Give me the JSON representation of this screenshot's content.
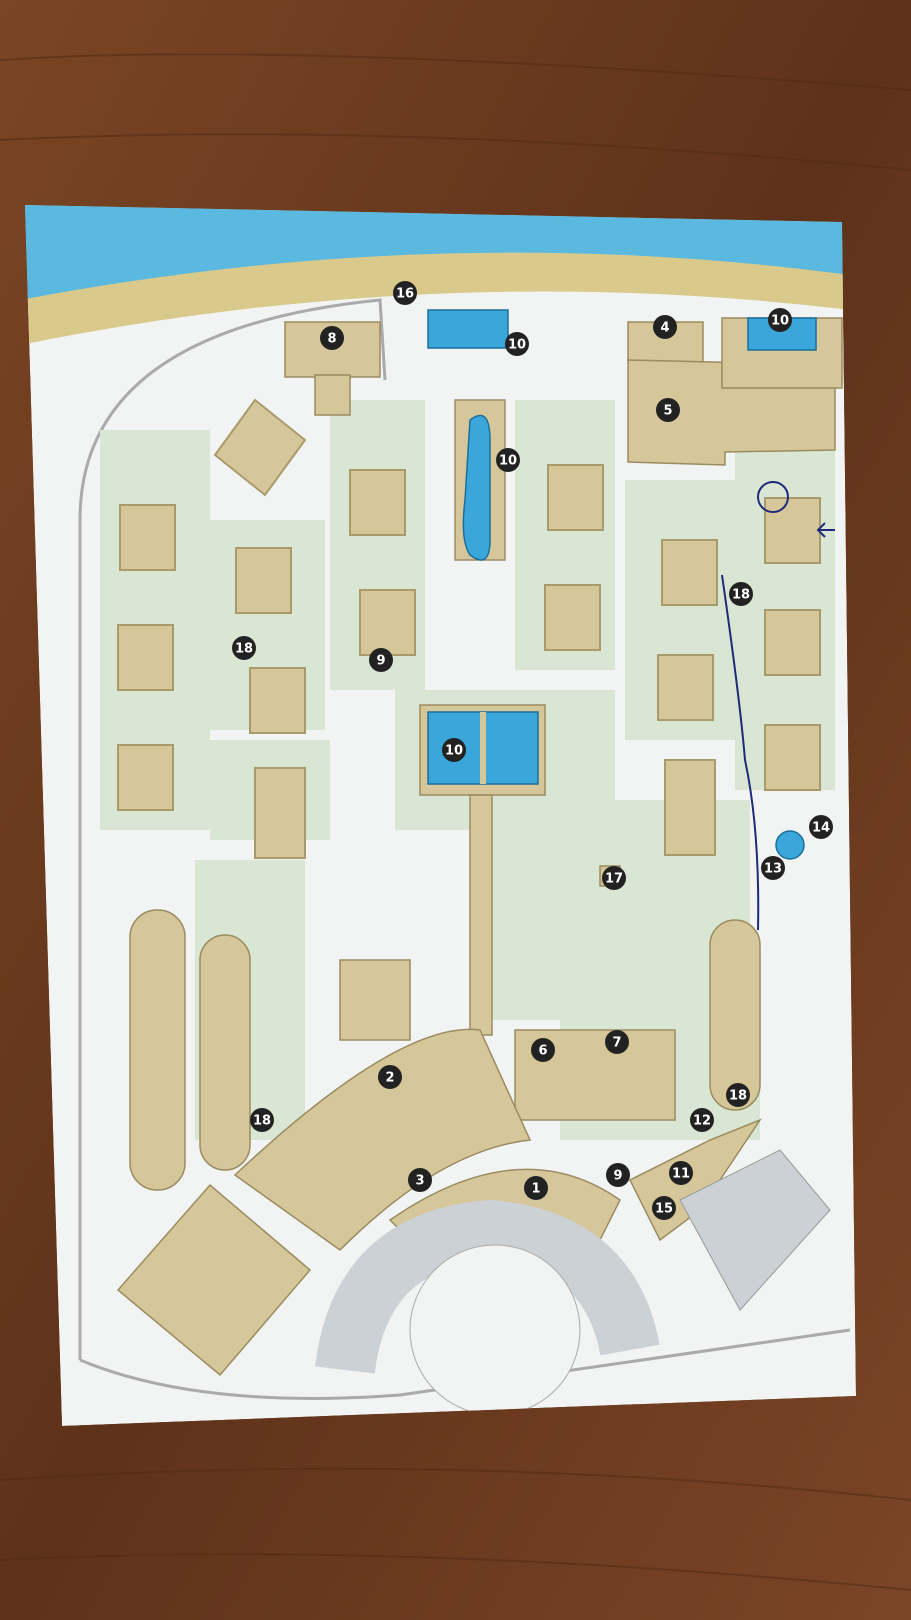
{
  "map": {
    "markers": [
      "16",
      "8",
      "10",
      "4",
      "10",
      "5",
      "10",
      "18",
      "18",
      "9",
      "10",
      "14",
      "13",
      "17",
      "6",
      "7",
      "2",
      "18",
      "12",
      "18",
      "11",
      "3",
      "1",
      "9",
      "15"
    ]
  },
  "colors": {
    "sea": "#5bb8df",
    "sand": "#d9c98a",
    "paper": "#eef3ef",
    "lawn": "#d8e6d3",
    "building": "#d6c79a",
    "pool": "#3aa6da",
    "marker": "#222222",
    "wood": "#6e3c1f"
  }
}
